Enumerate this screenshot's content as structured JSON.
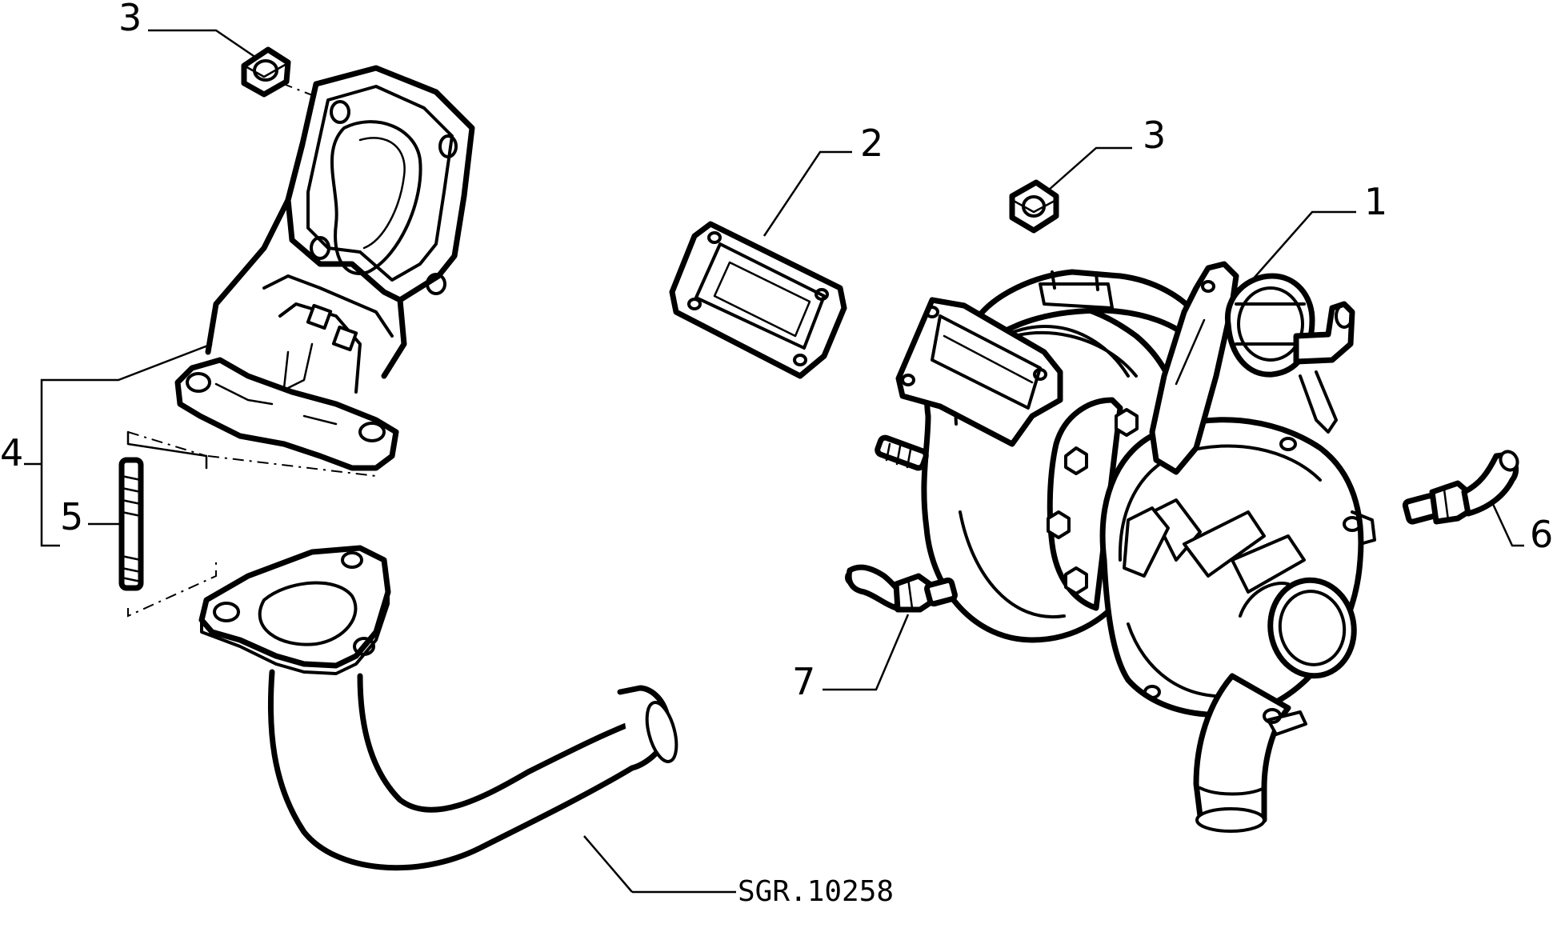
{
  "figure": {
    "reference_code": "SGR.10258",
    "callouts": {
      "turbocharger": "1",
      "gasket": "2",
      "nut_top_left": "3",
      "nut_top_right": "3",
      "exhaust_manifold_assembly": "4",
      "stud": "5",
      "fitting_right": "6",
      "fitting_left": "7"
    }
  }
}
